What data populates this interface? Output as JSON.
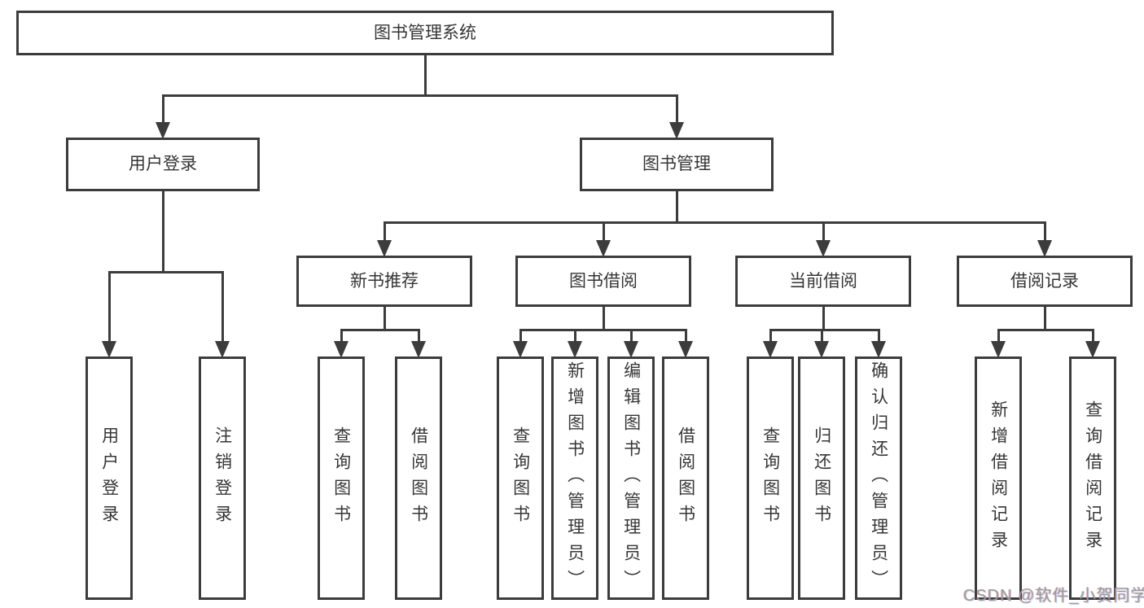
{
  "watermark": "CSDN @软件_小贺同学",
  "colors": {
    "background": "#ffffff",
    "line": "#3c3c3c",
    "box_border": "#3c3c3c",
    "text": "#363636",
    "watermark": "#9c9c9c"
  },
  "nodes": [
    {
      "id": "system",
      "label": "图书管理系统",
      "vertical": false
    },
    {
      "id": "user-login",
      "label": "用户登录",
      "vertical": false
    },
    {
      "id": "book-mgmt",
      "label": "图书管理",
      "vertical": false
    },
    {
      "id": "new-book-rec",
      "label": "新书推荐",
      "vertical": false
    },
    {
      "id": "book-borrow",
      "label": "图书借阅",
      "vertical": false
    },
    {
      "id": "current-borrow",
      "label": "当前借阅",
      "vertical": false
    },
    {
      "id": "borrow-records",
      "label": "借阅记录",
      "vertical": false
    },
    {
      "id": "leaf-user-login",
      "label": "用户登录",
      "vertical": true
    },
    {
      "id": "leaf-logout",
      "label": "注销登录",
      "vertical": true
    },
    {
      "id": "leaf-query-book-1",
      "label": "查询图书",
      "vertical": true
    },
    {
      "id": "leaf-borrow-book-1",
      "label": "借阅图书",
      "vertical": true
    },
    {
      "id": "leaf-query-book-2",
      "label": "查询图书",
      "vertical": true
    },
    {
      "id": "leaf-add-book",
      "label": "新增图书（管理员）",
      "vertical": true
    },
    {
      "id": "leaf-edit-book",
      "label": "编辑图书（管理员）",
      "vertical": true
    },
    {
      "id": "leaf-borrow-book-2",
      "label": "借阅图书",
      "vertical": true
    },
    {
      "id": "leaf-query-book-3",
      "label": "查询图书",
      "vertical": true
    },
    {
      "id": "leaf-return-book",
      "label": "归还图书",
      "vertical": true
    },
    {
      "id": "leaf-confirm-return",
      "label": "确认归还（管理员）",
      "vertical": true
    },
    {
      "id": "leaf-add-record",
      "label": "新增借阅记录",
      "vertical": true
    },
    {
      "id": "leaf-query-record",
      "label": "查询借阅记录",
      "vertical": true
    }
  ],
  "edges": [
    {
      "from": "system",
      "to": "user-login"
    },
    {
      "from": "system",
      "to": "book-mgmt"
    },
    {
      "from": "user-login",
      "to": "leaf-user-login"
    },
    {
      "from": "user-login",
      "to": "leaf-logout"
    },
    {
      "from": "book-mgmt",
      "to": "new-book-rec"
    },
    {
      "from": "book-mgmt",
      "to": "book-borrow"
    },
    {
      "from": "book-mgmt",
      "to": "current-borrow"
    },
    {
      "from": "book-mgmt",
      "to": "borrow-records"
    },
    {
      "from": "new-book-rec",
      "to": "leaf-query-book-1"
    },
    {
      "from": "new-book-rec",
      "to": "leaf-borrow-book-1"
    },
    {
      "from": "book-borrow",
      "to": "leaf-query-book-2"
    },
    {
      "from": "book-borrow",
      "to": "leaf-add-book"
    },
    {
      "from": "book-borrow",
      "to": "leaf-edit-book"
    },
    {
      "from": "book-borrow",
      "to": "leaf-borrow-book-2"
    },
    {
      "from": "current-borrow",
      "to": "leaf-query-book-3"
    },
    {
      "from": "current-borrow",
      "to": "leaf-return-book"
    },
    {
      "from": "current-borrow",
      "to": "leaf-confirm-return"
    },
    {
      "from": "borrow-records",
      "to": "leaf-add-record"
    },
    {
      "from": "borrow-records",
      "to": "leaf-query-record"
    }
  ]
}
